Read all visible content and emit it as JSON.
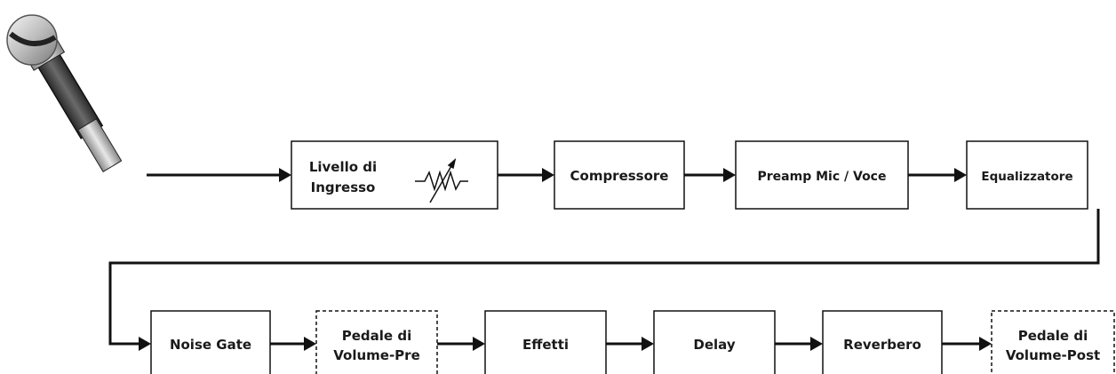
{
  "row1": {
    "input_level": {
      "line1": "Livello di",
      "line2": "Ingresso"
    },
    "compressor": "Compressore",
    "preamp": "Preamp Mic / Voce",
    "eq": "Equalizzatore"
  },
  "row2": {
    "noise_gate": "Noise Gate",
    "volume_pre": {
      "line1": "Pedale di",
      "line2": "Volume-Pre"
    },
    "effects": "Effetti",
    "delay": "Delay",
    "reverb": "Reverbero",
    "volume_post": {
      "line1": "Pedale di",
      "line2": "Volume-Post"
    }
  }
}
